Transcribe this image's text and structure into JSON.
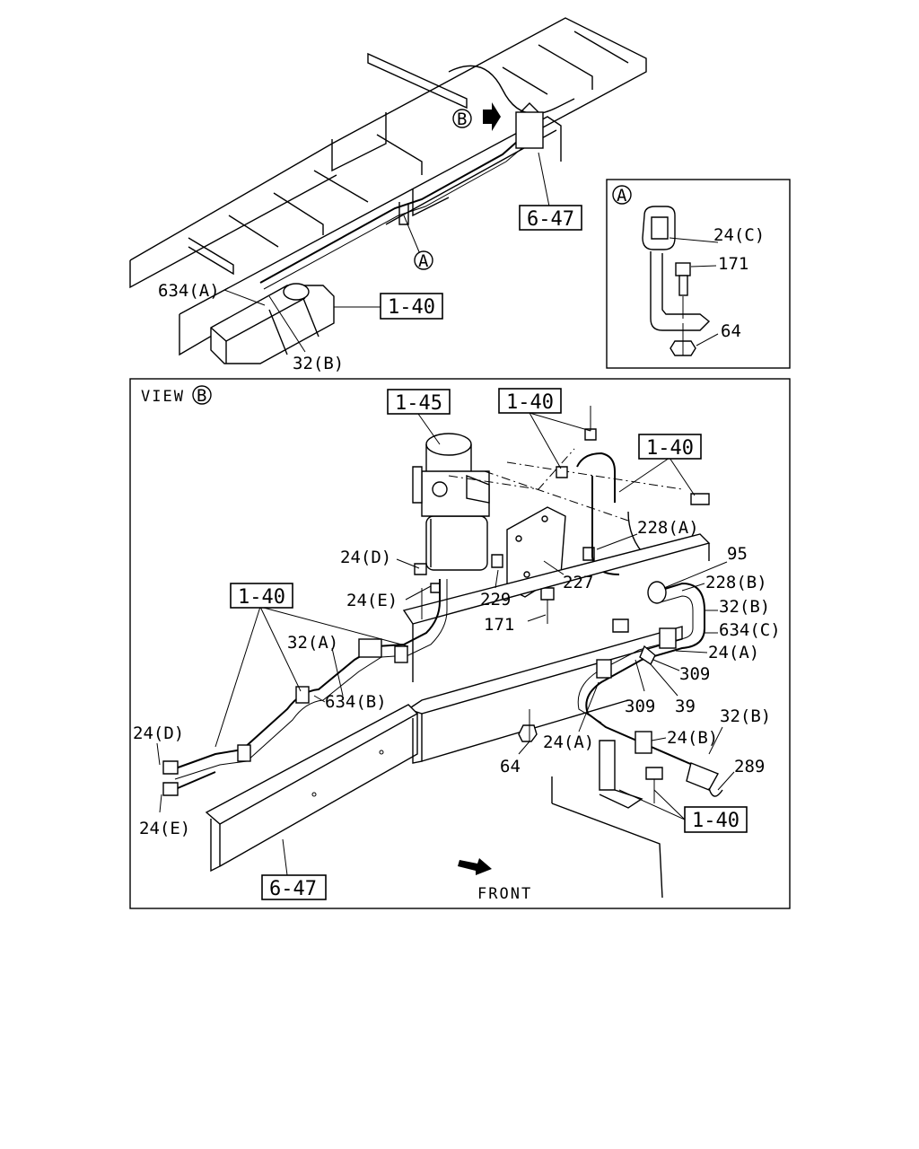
{
  "callouts": {
    "ref_6_47_top": "6-47",
    "ref_1_40_tank": "1-40",
    "label_634A": "634(A)",
    "label_32B_top": "32(B)",
    "marker_A": "A",
    "marker_B": "B",
    "inset_title": "A",
    "inset_24C": "24(C)",
    "inset_171": "171",
    "inset_64": "64",
    "view_b_title": "VIEW",
    "view_b_marker": "B",
    "ref_1_45": "1-45",
    "ref_1_40_a": "1-40",
    "ref_1_40_b": "1-40",
    "ref_1_40_c": "1-40",
    "ref_1_40_d": "1-40",
    "ref_6_47_bottom": "6-47",
    "label_228A": "228(A)",
    "label_95": "95",
    "label_228B": "228(B)",
    "label_32B_1": "32(B)",
    "label_634C": "634(C)",
    "label_24A_1": "24(A)",
    "label_309_1": "309",
    "label_309_2": "309",
    "label_39": "39",
    "label_32B_2": "32(B)",
    "label_24B": "24(B)",
    "label_24A_2": "24(A)",
    "label_289": "289",
    "label_64": "64",
    "label_24D_top": "24(D)",
    "label_24E_top": "24(E)",
    "label_229": "229",
    "label_227": "227",
    "label_171": "171",
    "label_32A": "32(A)",
    "label_634B": "634(B)",
    "label_24D_left": "24(D)",
    "label_24E_left": "24(E)",
    "front_label": "FRONT"
  }
}
